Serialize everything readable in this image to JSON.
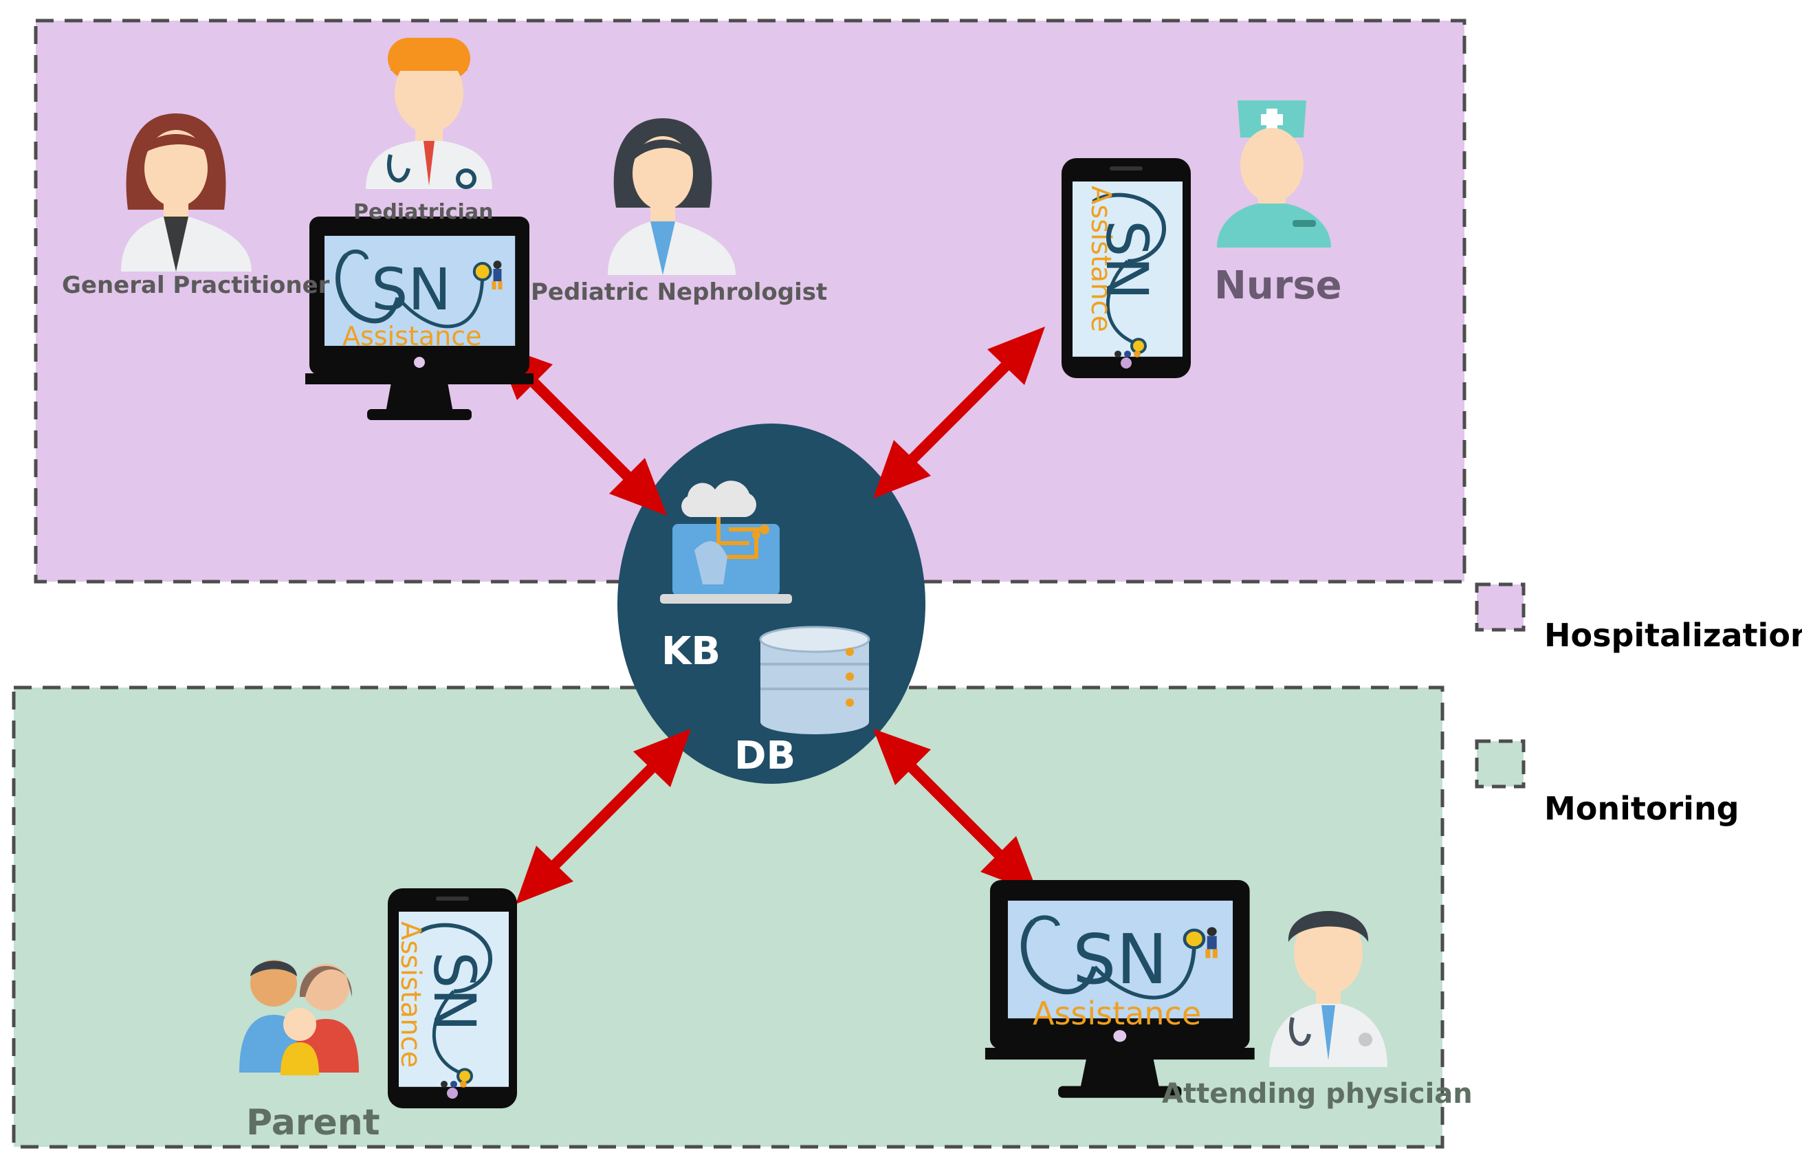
{
  "zones": {
    "hospitalization": {
      "legend": "Hospitalization",
      "color": "#e2c6eb"
    },
    "monitoring": {
      "legend": "Monitoring",
      "color": "#c3e0d0"
    }
  },
  "actors": {
    "general_practitioner": "General Practitioner",
    "pediatrician": "Pediatrician",
    "pediatric_nephrologist": "Pediatric Nephrologist",
    "nurse": "Nurse",
    "parent": "Parent",
    "attending_physician": "Attending physician"
  },
  "server": {
    "kb": "KB",
    "db": "DB",
    "color": "#1f4e66"
  },
  "app_logo": {
    "letters": "SN",
    "word": "Assistance"
  },
  "colors": {
    "arrow": "#d40000",
    "accent": "#f0a020",
    "device": "#0d0d0d",
    "screen": "#bcd8f2"
  },
  "icons": [
    "doctor-female-icon",
    "doctor-male-icon",
    "nurse-icon",
    "family-icon",
    "computer-icon",
    "smartphone-icon",
    "database-icon",
    "ai-laptop-icon",
    "stethoscope-icon",
    "superhero-icon"
  ]
}
